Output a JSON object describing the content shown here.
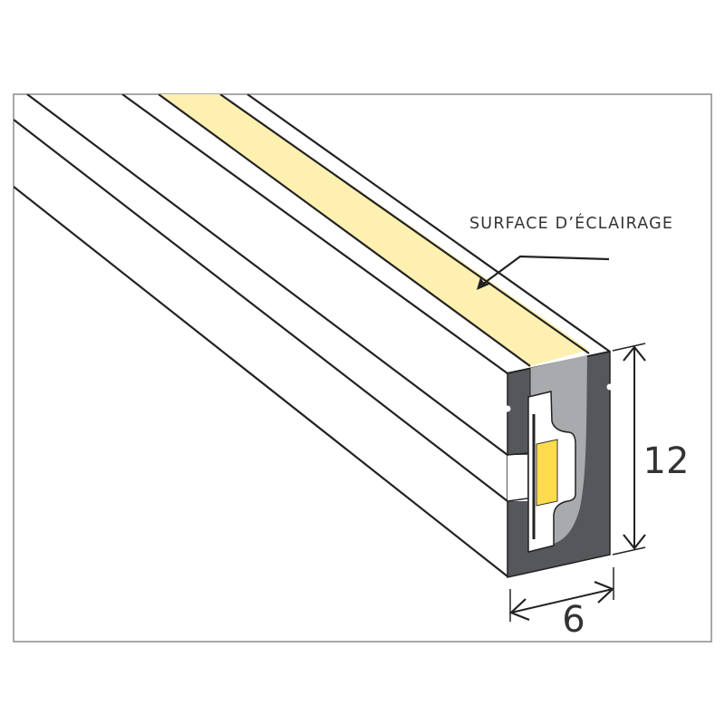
{
  "labels": {
    "surface": "SURFACE D’ÉCLAIRAGE",
    "height": "12",
    "width": "6"
  },
  "colors": {
    "frame": "#8c8c8c",
    "lighting_surface": "#fdf0b0",
    "profile_dark": "#55575b",
    "profile_light": "#a8aaad",
    "led": "#fcdc4c",
    "line": "#222222"
  }
}
